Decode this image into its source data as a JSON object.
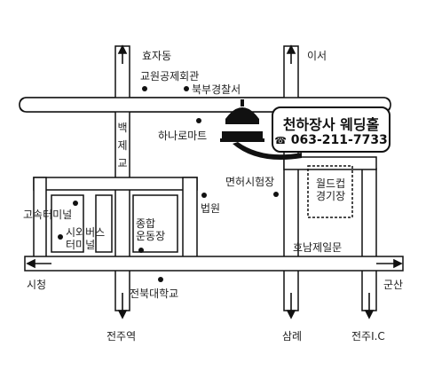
{
  "venue": {
    "name": "천하장사 웨딩홀",
    "phone": "063-211-7733",
    "phone_icon": "telephone-icon"
  },
  "roads": {
    "north_left": "효자동",
    "north_right": "이서",
    "west": "시청",
    "east": "군산",
    "south_1": "전주역",
    "south_2": "삼례",
    "south_3": "전주I.C",
    "vertical_street": "백제교"
  },
  "landmarks": {
    "teachers_pension_hall": "교원공제회관",
    "north_police": "북부경찰서",
    "hanaro_mart": "하나로마트",
    "license_test": "면허시험장",
    "court": "법원",
    "worldcup_stadium": "월드컵\n경기장",
    "honam_ilbo": "호남제일문",
    "express_terminal": "고속터미널",
    "bus_terminal": "시외버스\n터미널",
    "sports_complex": "종합\n운동장",
    "cbnu": "전북대학교"
  },
  "colors": {
    "road_outline": "#111111",
    "road_fill": "#ffffff",
    "ink": "#111111"
  }
}
